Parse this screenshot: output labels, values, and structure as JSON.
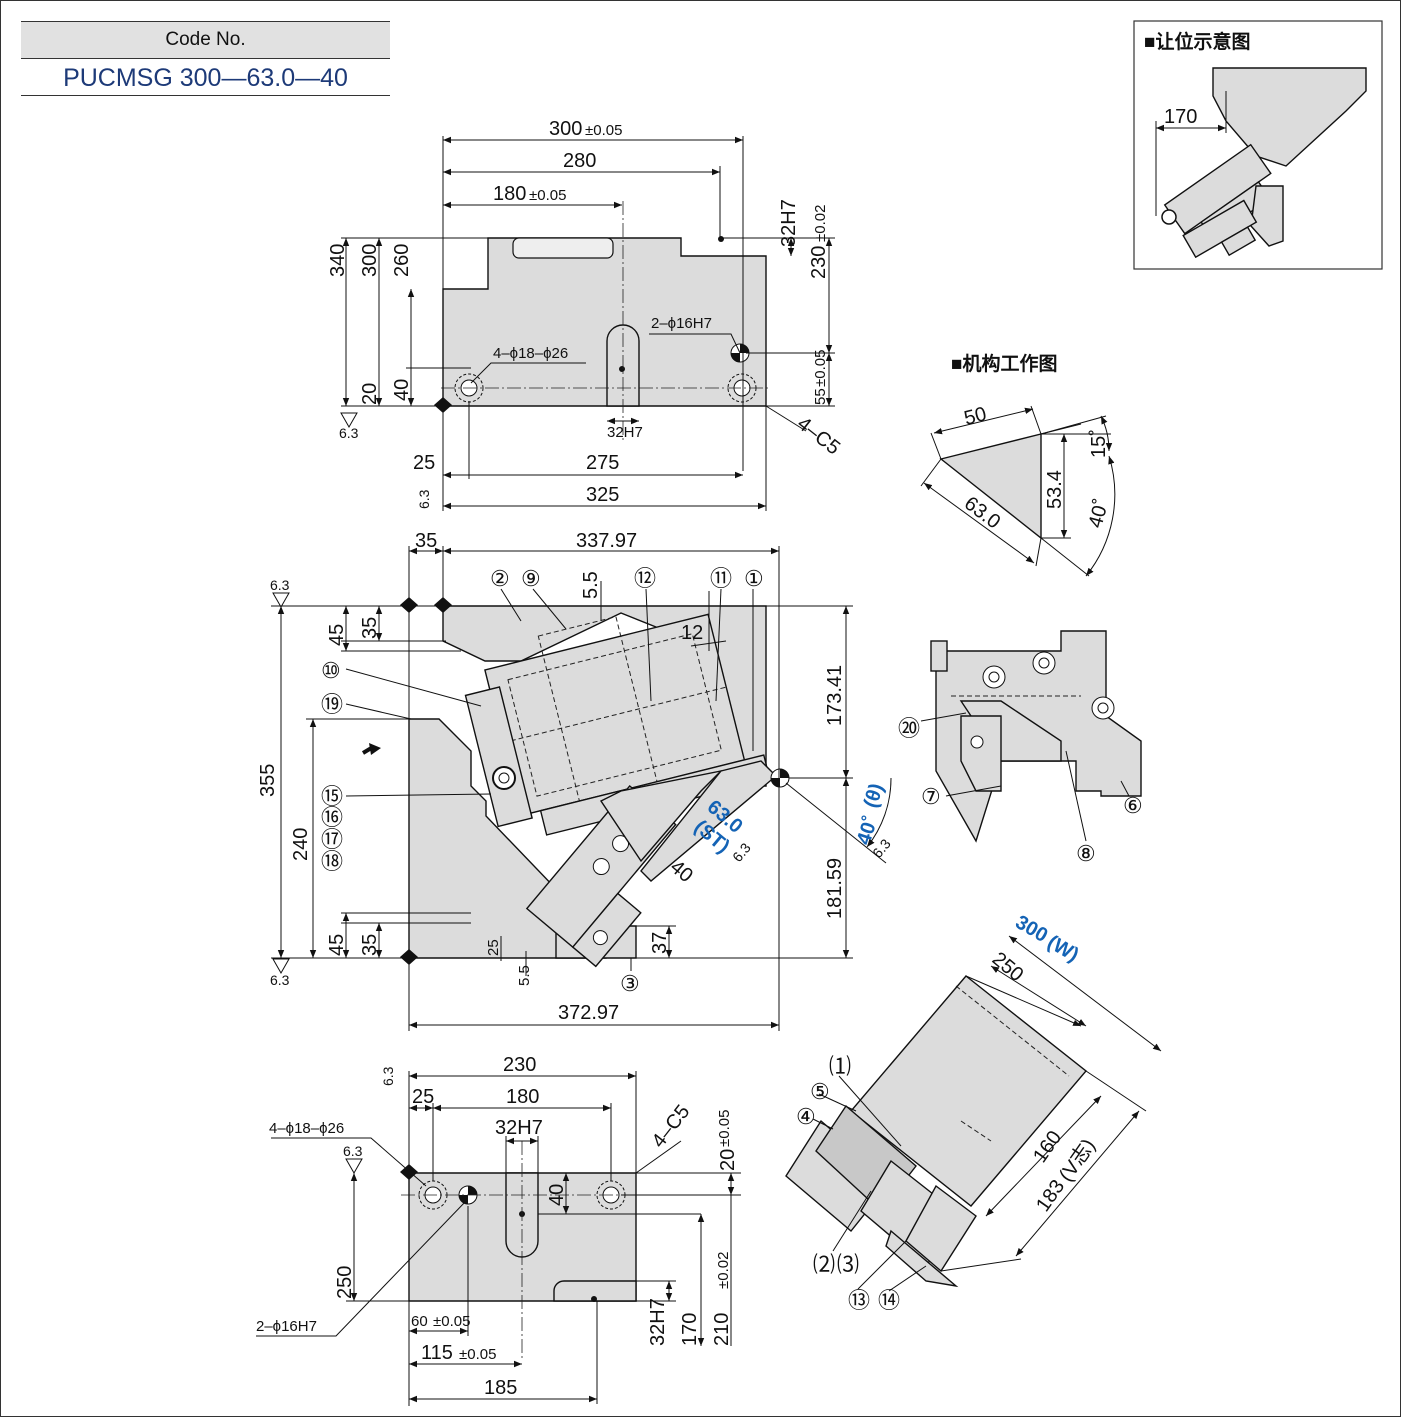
{
  "code": {
    "label": "Code No.",
    "value": "PUCMSG 300—63.0—40"
  },
  "headings": {
    "clearance": "■让位示意图",
    "mechanism": "■机构工作图"
  },
  "top_view": {
    "d300": "300",
    "tol005": "±0.05",
    "d280": "280",
    "d180": "180",
    "d32h7_v": "32H7",
    "d230": "230",
    "tol002": "±0.02",
    "d340": "340",
    "d300v": "300",
    "d260": "260",
    "d20": "20",
    "d40": "40",
    "hole16": "2–ϕ16H7",
    "hole18": "4–ϕ18–ϕ26",
    "d32h7_h": "32H7",
    "d55": "55",
    "tol005b": "±0.05",
    "chamfer": "4–C5",
    "d25": "25",
    "d275": "275",
    "d325": "325",
    "surf1": "6.3",
    "surf2": "6.3"
  },
  "front_view": {
    "d35": "35",
    "d337": "337.97",
    "d5_5": "5.5",
    "d12": "12",
    "d45": "45",
    "d35b": "35",
    "d355": "355",
    "d240": "240",
    "d173": "173.41",
    "d181": "181.59",
    "st_val": "63.0",
    "st_lbl": "(ST)",
    "theta_val": "40˚",
    "theta_lbl": "(θ)",
    "d40": "40",
    "d45b": "45",
    "d35c": "35",
    "d25": "25",
    "d5_5b": "5.5",
    "d37": "37",
    "d372": "372.97",
    "surf_a": "6.3",
    "surf_b": "6.3",
    "surf_c": "6.3",
    "parts": [
      "①",
      "②",
      "③",
      "⑩",
      "⑪",
      "⑫",
      "⑮",
      "⑯",
      "⑰",
      "⑱",
      "⑲",
      "⑨"
    ]
  },
  "bottom_view": {
    "d230": "230",
    "d25": "25",
    "d180": "180",
    "d32h7": "32H7",
    "chamfer": "4–C5",
    "d20": "20",
    "tol005": "±0.05",
    "hole18": "4–ϕ18–ϕ26",
    "d40": "40",
    "d250": "250",
    "hole16": "2–ϕ16H7",
    "d60": "60",
    "tol005b": "±0.05",
    "d115": "115",
    "tol005c": "±0.05",
    "d185": "185",
    "d32h7b": "32H7",
    "d170": "170",
    "d210": "210",
    "tol002": "±0.02",
    "surf1": "6.3",
    "surf2": "6.3"
  },
  "clearance": {
    "d170": "170"
  },
  "mechanism": {
    "d50": "50",
    "d53": "53.4",
    "d63": "63.0",
    "a15": "15˚",
    "a40": "40˚"
  },
  "detail": {
    "p20": "⑳",
    "p7": "⑦",
    "p8": "⑧",
    "p6": "⑥"
  },
  "side_view": {
    "d300w": "300",
    "wlbl": "(W)",
    "d250": "250",
    "d160": "160",
    "d183": "183",
    "vlbl": "(V志)",
    "p21": "⑴",
    "p5": "⑤",
    "p4": "④",
    "p22": "⑵",
    "p23": "⑶",
    "p13": "⑬",
    "p14": "⑭"
  }
}
